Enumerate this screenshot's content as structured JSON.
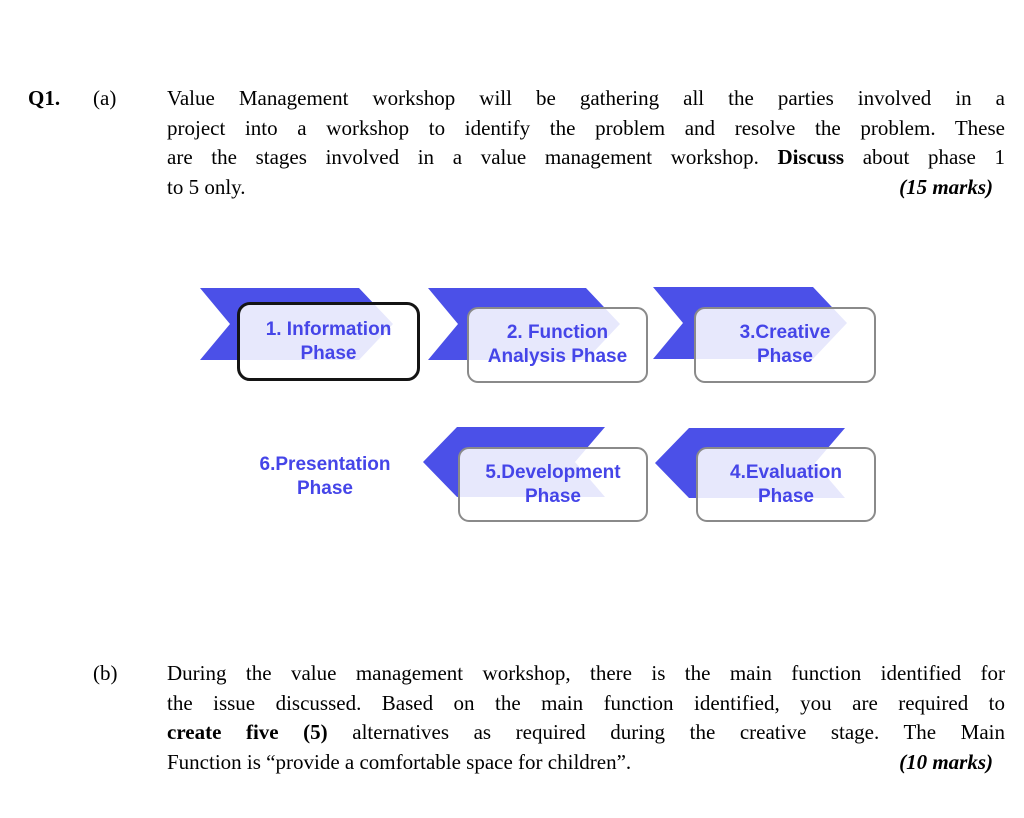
{
  "question": {
    "number": "Q1.",
    "parts": {
      "a": {
        "label": "(a)",
        "lines": [
          [
            {
              "t": "Value Management workshop will be gathering all the parties involved in a"
            }
          ],
          [
            {
              "t": "project into a workshop to identify the problem and resolve the problem. These"
            }
          ],
          [
            {
              "t": "are the stages involved in a value management workshop. "
            },
            {
              "t": "Discuss",
              "b": true
            },
            {
              "t": " about phase 1"
            }
          ],
          [
            {
              "t": "to 5 only."
            }
          ]
        ],
        "marks": "(15 marks)"
      },
      "b": {
        "label": "(b)",
        "lines": [
          [
            {
              "t": "During the value management workshop, there is the main function identified for"
            }
          ],
          [
            {
              "t": "the issue discussed. Based on the main function identified, you are required to"
            }
          ],
          [
            {
              "t": "create five (5)",
              "b": true
            },
            {
              "t": " alternatives as required during the creative stage. The Main"
            }
          ],
          [
            {
              "t": "Function is “provide a comfortable space for children”."
            }
          ]
        ],
        "marks": "(10 marks)"
      }
    }
  },
  "diagram": {
    "type": "process-flow",
    "colors": {
      "chevron_blue": "#4b50e8",
      "label_blue": "#4545e8",
      "border_gray": "#8a8a8a",
      "border_black": "#141414"
    },
    "steps": [
      {
        "line1": "1. Information",
        "line2": "Phase",
        "box": "black-outline",
        "arrow": "right"
      },
      {
        "line1": "2. Function",
        "line2": "Analysis Phase",
        "box": "gray-outline",
        "arrow": "right"
      },
      {
        "line1": "3.Creative",
        "line2": "Phase",
        "box": "gray-outline",
        "arrow": "right"
      },
      {
        "line1": "4.Evaluation",
        "line2": "Phase",
        "box": "gray-outline",
        "arrow": "left"
      },
      {
        "line1": "5.Development",
        "line2": "Phase",
        "box": "gray-outline",
        "arrow": "left"
      },
      {
        "line1": "6.Presentation",
        "line2": "Phase",
        "box": "none",
        "arrow": "none"
      }
    ]
  }
}
